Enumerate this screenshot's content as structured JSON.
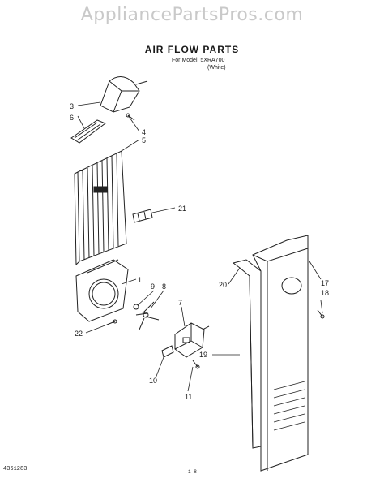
{
  "watermark": "AppliancePartsPros.com",
  "title": "AIR FLOW PARTS",
  "model_line": "For Model: 5XRA700",
  "model_sub": "(White)",
  "footer_code": "4361283",
  "footer_page": "1 8",
  "callouts": [
    "3",
    "6",
    "4",
    "5",
    "21",
    "1",
    "9",
    "8",
    "7",
    "22",
    "10",
    "11",
    "20",
    "17",
    "18",
    "19"
  ]
}
